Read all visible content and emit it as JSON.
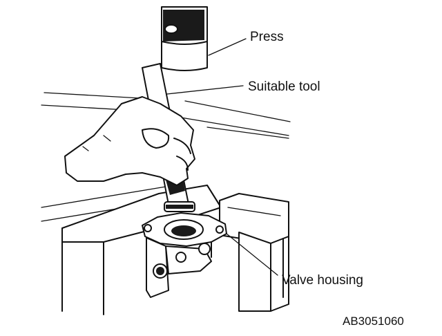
{
  "labels": {
    "press": "Press",
    "tool": "Suitable tool",
    "housing": "Valve housing"
  },
  "figure_code": "AB3051060",
  "colors": {
    "ink": "#111111",
    "background": "#ffffff"
  }
}
